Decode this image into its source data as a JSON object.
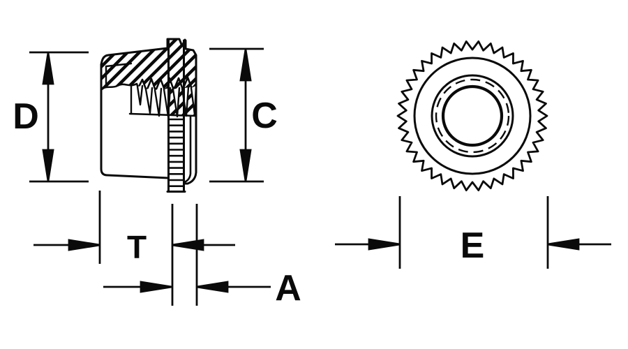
{
  "figure": {
    "kind": "engineering-drawing",
    "background_color": "#ffffff",
    "line_color": "#0a0a0a",
    "views": {
      "side_section_view": {
        "position": "left"
      },
      "front_view": {
        "position": "right"
      }
    },
    "dimension_labels": {
      "D": {
        "label": "D",
        "orientation": "vertical",
        "view": "side_section_view"
      },
      "C": {
        "label": "C",
        "orientation": "vertical",
        "view": "side_section_view"
      },
      "T": {
        "label": "T",
        "orientation": "horizontal",
        "view": "side_section_view"
      },
      "A": {
        "label": "A",
        "orientation": "horizontal",
        "view": "side_section_view"
      },
      "E": {
        "label": "E",
        "orientation": "horizontal",
        "view": "front_view"
      }
    }
  }
}
